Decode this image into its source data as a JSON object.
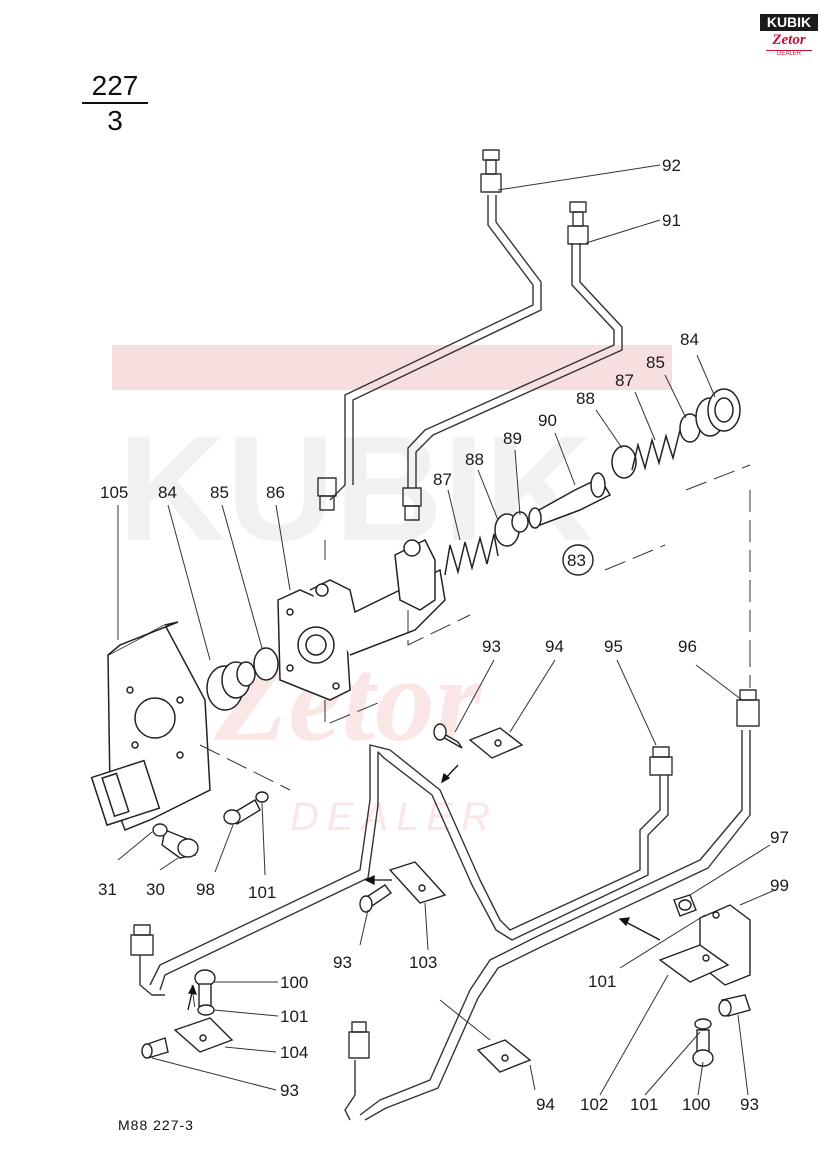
{
  "page": {
    "number_top": "227",
    "number_bottom": "3",
    "footer_code": "M88  227-3"
  },
  "logo": {
    "top_text": "KUBIK",
    "middle_text": "Zetor",
    "bottom_text": "DEALER"
  },
  "watermark": {
    "brand": "KUBIK",
    "script": "Zetor",
    "sub": "DEALER",
    "color": "#f6c8c8"
  },
  "callouts": {
    "c92": "92",
    "c91": "91",
    "c84_right": "84",
    "c85_right": "85",
    "c87_right": "87",
    "c88_right": "88",
    "c90": "90",
    "c89": "89",
    "c88_mid": "88",
    "c87_mid": "87",
    "c83": "83",
    "c105": "105",
    "c84_left": "84",
    "c85_left": "85",
    "c86": "86",
    "c93_upper": "93",
    "c94_upper": "94",
    "c95": "95",
    "c96": "96",
    "c31": "31",
    "c30": "30",
    "c98": "98",
    "c101_left": "101",
    "c93_mid": "93",
    "c103": "103",
    "c97": "97",
    "c99": "99",
    "c101_right": "101",
    "c100_left": "100",
    "c101_bl": "101",
    "c104": "104",
    "c93_bl": "93",
    "c94_bottom": "94",
    "c102": "102",
    "c101_bottom": "101",
    "c100_bottom": "100",
    "c93_br": "93"
  }
}
